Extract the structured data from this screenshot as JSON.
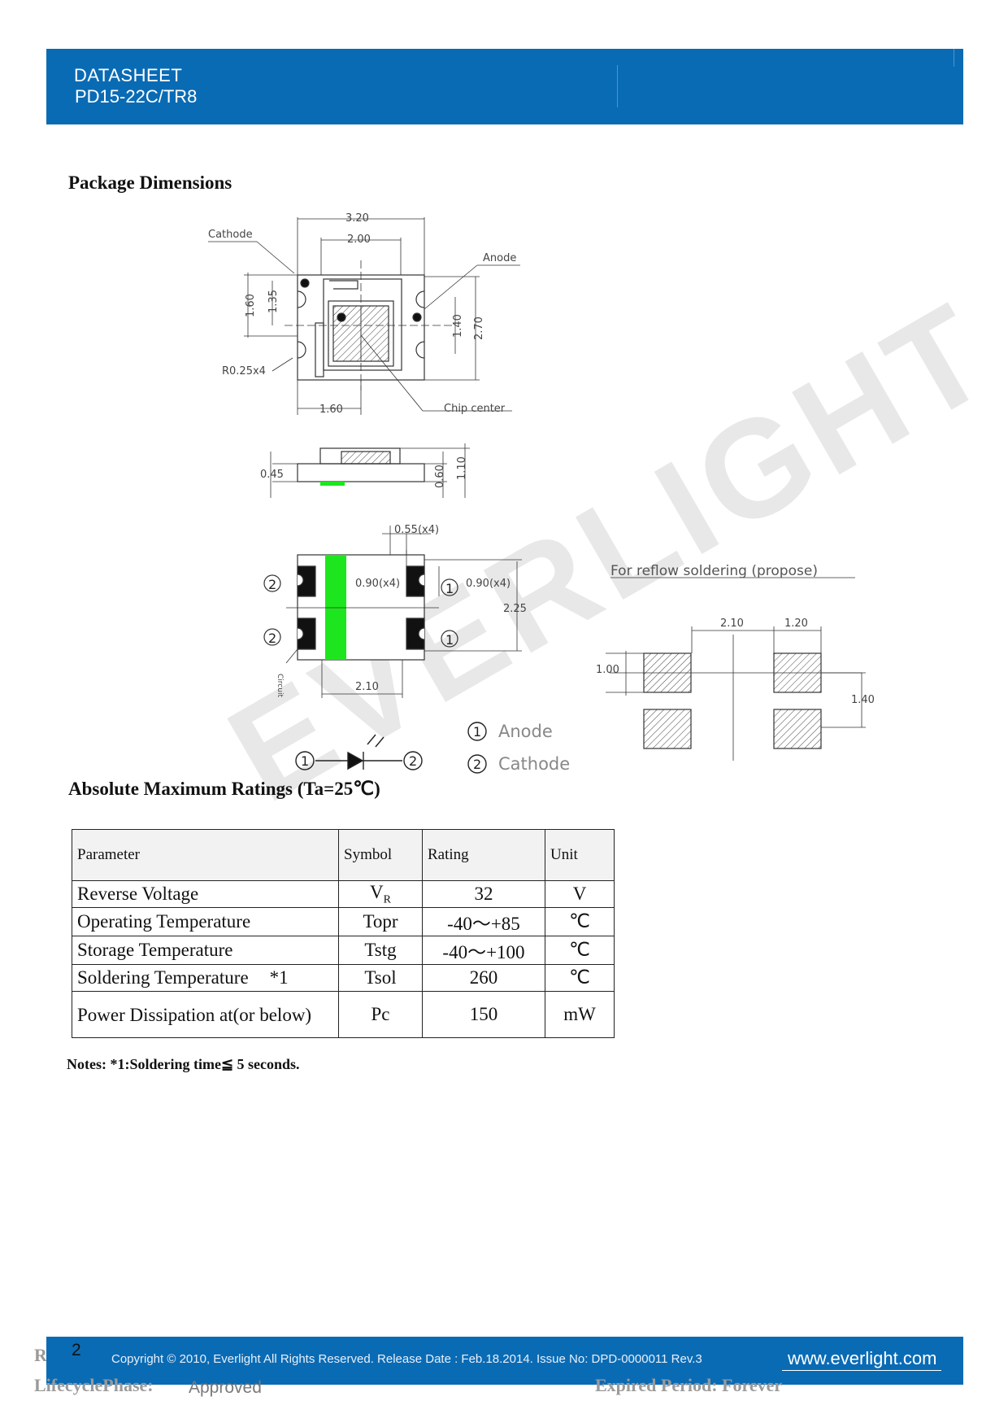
{
  "header": {
    "doc_type": "DATASHEET",
    "part_number": "PD15-22C/TR8"
  },
  "package_section": {
    "title": "Package Dimensions",
    "top_view": {
      "dim_3_20": "3.20",
      "dim_2_00": "2.00",
      "label_cathode": "Cathode",
      "label_anode": "Anode",
      "dim_1_60_v": "1.60",
      "dim_1_35": "1.35",
      "dim_1_40": "1.40",
      "dim_2_70": "2.70",
      "label_r025": "R0.25x4",
      "label_chip_center": "Chip center",
      "dim_1_60_h": "1.60"
    },
    "side_view": {
      "dim_0_45": "0.45",
      "dim_0_60": "0.60",
      "dim_1_10": "1.10"
    },
    "bottom_view": {
      "dim_0_55": "0.55(x4)",
      "dim_0_90_a": "0.90(x4)",
      "dim_0_90_b": "0.90(x4)",
      "dim_2_25": "2.25",
      "dim_2_10": "2.10",
      "pin1": "1",
      "pin2": "2",
      "label_circuit": "Circuit"
    },
    "reflow": {
      "title": "For reflow soldering (propose)",
      "dim_2_10": "2.10",
      "dim_1_20": "1.20",
      "dim_1_00": "1.00",
      "dim_1_40": "1.40"
    },
    "legend": {
      "anode": "Anode",
      "cathode": "Cathode",
      "num1": "1",
      "num2": "2"
    }
  },
  "ratings_section": {
    "title": "Absolute Maximum Ratings (Ta=25℃)",
    "headers": [
      "Parameter",
      "Symbol",
      "Rating",
      "Unit"
    ],
    "rows": [
      {
        "parameter": "Reverse Voltage",
        "symbol": "V",
        "symbol_sub": "R",
        "rating": "32",
        "unit": "V"
      },
      {
        "parameter": "Operating Temperature",
        "symbol": "Topr",
        "rating": "-40～+85",
        "unit": "℃"
      },
      {
        "parameter": "Storage Temperature",
        "symbol": "Tstg",
        "rating": "-40～+100",
        "unit": "℃"
      },
      {
        "parameter": "Soldering Temperature",
        "note_mark": "*1",
        "symbol": "Tsol",
        "rating": "260",
        "unit": "℃"
      },
      {
        "parameter": "Power Dissipation at(or below)",
        "symbol": "Pc",
        "rating": "150",
        "unit": "mW"
      }
    ],
    "notes": "Notes: *1:Soldering time≦ 5 seconds."
  },
  "watermark": "EVERLIGHT",
  "footer": {
    "page_number": "2",
    "copyright": "Copyright © 2010, Everlight All Rights Reserved. Release Date : Feb.18.2014. Issue No: DPD-0000011 Rev.3",
    "url": "www.everlight.com",
    "r_fragment": "R",
    "lifecycle_label": "LifecyclePhase:",
    "lifecycle_value": "Approved",
    "expired": "Expired Period: Forever"
  },
  "colors": {
    "brand_blue": "#0a6bb5",
    "highlight_green": "#1ee61e"
  }
}
